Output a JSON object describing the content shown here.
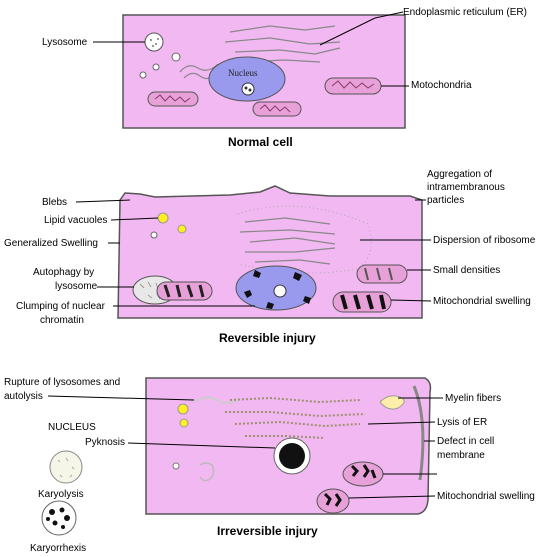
{
  "panels": {
    "normal": {
      "caption": "Normal cell",
      "labels": {
        "lysosome": "Lysosome",
        "er": "Endoplasmic reticulum (ER)",
        "mitochondria": "Motochondria",
        "nucleus": "Nucleus"
      }
    },
    "reversible": {
      "caption": "Reversible injury",
      "labels": {
        "blebs": "Blebs",
        "lipid": "Lipid vacuoles",
        "swelling": "Generalized Swelling",
        "autophagy1": "Autophagy by",
        "autophagy2": "lysosome",
        "clumping1": "Clumping of nuclear",
        "clumping2": "chromatin",
        "aggregation1": "Aggregation of",
        "aggregation2": "intramembranous",
        "aggregation3": "particles",
        "ribosome": "Dispersion of ribosome",
        "densities": "Small densities",
        "mito_swelling": "Mitochondrial swelling"
      }
    },
    "irreversible": {
      "caption": "Irreversible injury",
      "labels": {
        "rupture1": "Rupture of lysosomes and",
        "rupture2": "autolysis",
        "nucleus_heading": "NUCLEUS",
        "pyknosis": "Pyknosis",
        "karyolysis": "Karyolysis",
        "karyorrhexis": "Karyorrhexis",
        "myelin": "Myelin fibers",
        "lysis_er": "Lysis of ER",
        "defect1": "Defect in cell",
        "defect2": "membrane",
        "mito_swelling": "Mitochondrial swelling"
      }
    }
  }
}
